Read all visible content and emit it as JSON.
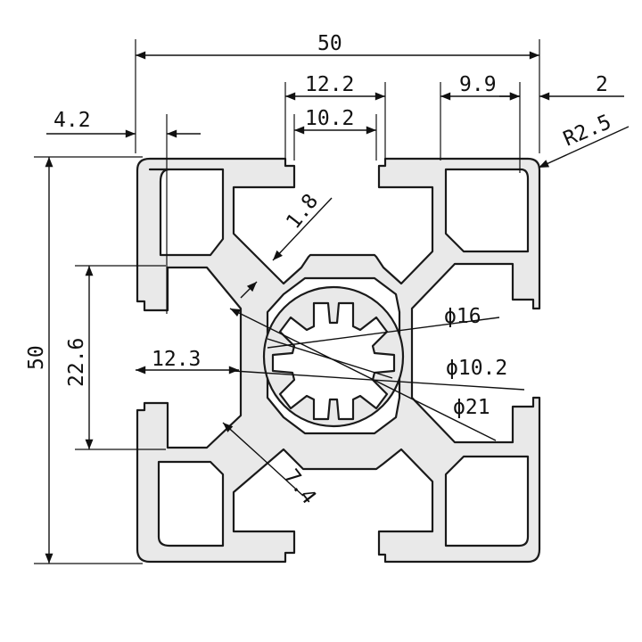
{
  "drawing": {
    "dimensions": {
      "overall_width": "50",
      "overall_height": "50",
      "slot_opening_outer": "12.2",
      "slot_opening_inner": "10.2",
      "corner_offset": "9.9",
      "lip_thickness": "2",
      "corner_radius": "R2.5",
      "edge_offset": "4.2",
      "web_thickness": "1.8",
      "slot_height": "22.6",
      "slot_depth": "12.3",
      "diameter_16": "ϕ16",
      "diameter_10_2": "ϕ10.2",
      "diameter_21": "ϕ21",
      "wall_thickness": "7.4"
    }
  }
}
